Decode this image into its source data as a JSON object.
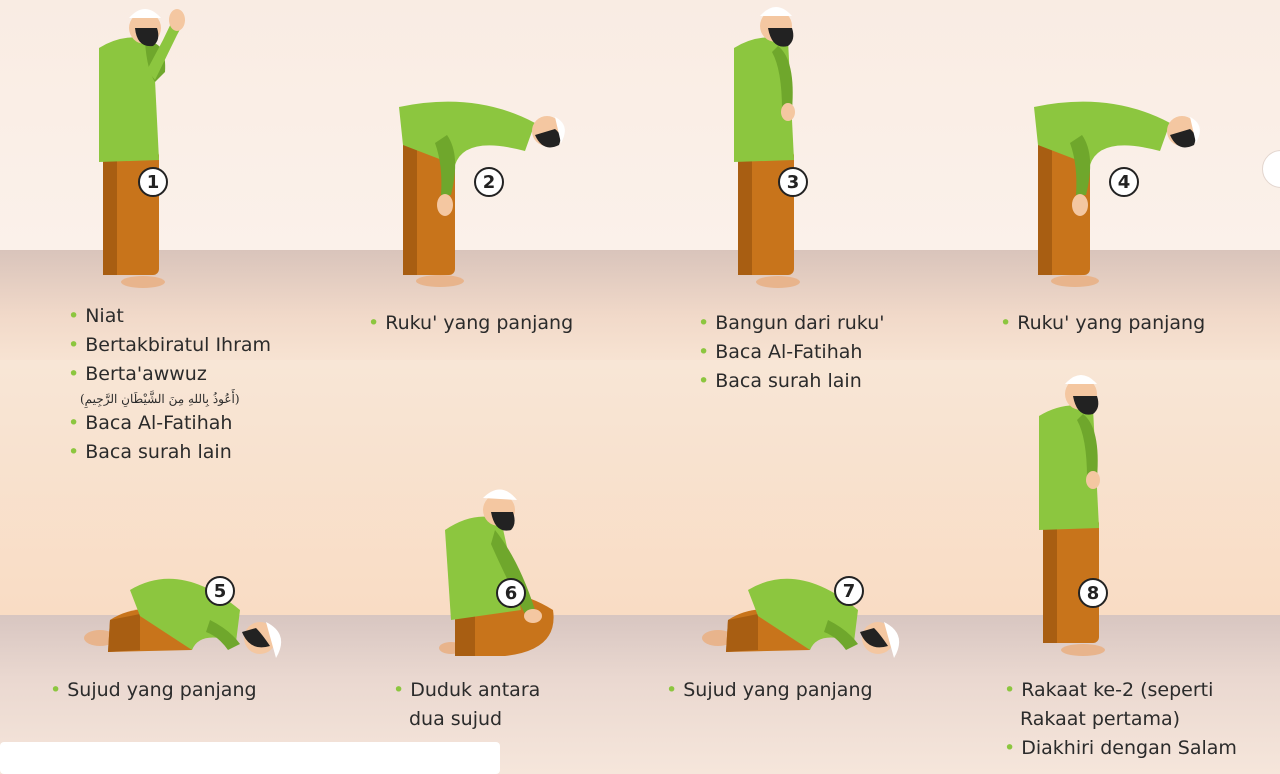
{
  "colors": {
    "shirt": "#8cc63f",
    "shirt_shade": "#6fa72c",
    "trousers": "#c8741b",
    "trousers_shade": "#a85e12",
    "skin": "#f4c7a1",
    "beard": "#222222",
    "cap": "#ffffff",
    "bullet": "#8cc63f"
  },
  "steps": [
    {
      "number": "1",
      "pose": "standing-takbir",
      "items": [
        "Niat",
        "Bertakbiratul Ihram",
        "Berta'awwuz"
      ],
      "arabic_note": "(أَعُوذُ بِاللهِ مِنَ الشَّيْطَانِ الرَّجِيمِ)",
      "items_after": [
        "Baca Al-Fatihah",
        "Baca surah lain"
      ]
    },
    {
      "number": "2",
      "pose": "ruku",
      "items": [
        "Ruku' yang panjang"
      ]
    },
    {
      "number": "3",
      "pose": "standing-itidal",
      "items": [
        "Bangun dari ruku'",
        "Baca Al-Fatihah",
        "Baca surah lain"
      ]
    },
    {
      "number": "4",
      "pose": "ruku",
      "items": [
        "Ruku' yang panjang"
      ]
    },
    {
      "number": "5",
      "pose": "sujud",
      "items": [
        "Sujud yang panjang"
      ]
    },
    {
      "number": "6",
      "pose": "duduk",
      "items": [
        "Duduk antara"
      ],
      "continuation": "dua sujud"
    },
    {
      "number": "7",
      "pose": "sujud",
      "items": [
        "Sujud yang panjang"
      ]
    },
    {
      "number": "8",
      "pose": "standing",
      "items": [
        "Rakaat ke-2 (seperti"
      ],
      "continuation": "Rakaat pertama)",
      "items_after": [
        "Diakhiri dengan Salam"
      ]
    }
  ]
}
